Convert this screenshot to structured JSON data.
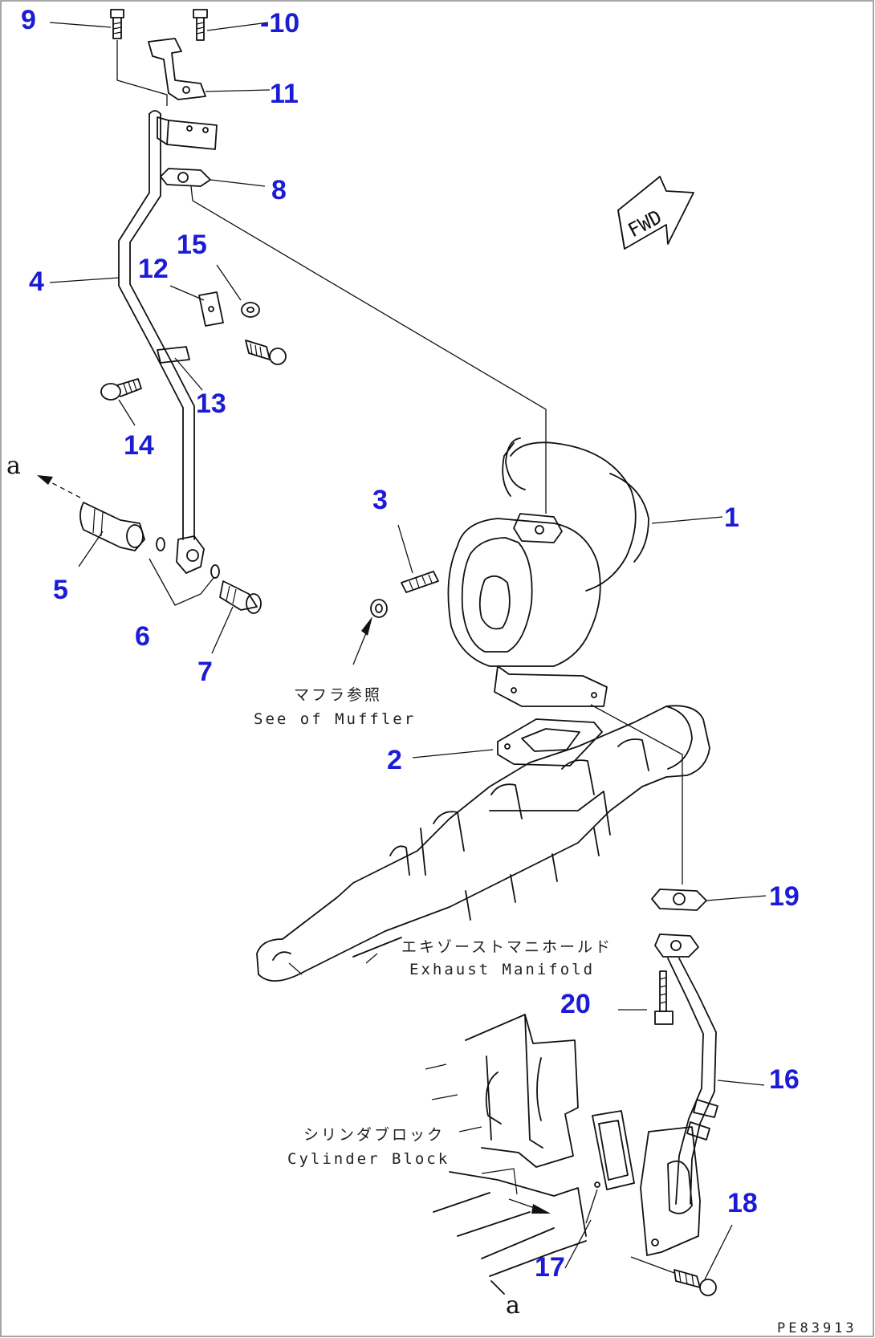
{
  "callouts": [
    {
      "id": "9",
      "label": "9"
    },
    {
      "id": "10",
      "label": "-10"
    },
    {
      "id": "11",
      "label": "11"
    },
    {
      "id": "8",
      "label": "8"
    },
    {
      "id": "15",
      "label": "15"
    },
    {
      "id": "12",
      "label": "12"
    },
    {
      "id": "4",
      "label": "4"
    },
    {
      "id": "13",
      "label": "13"
    },
    {
      "id": "14",
      "label": "14"
    },
    {
      "id": "3",
      "label": "3"
    },
    {
      "id": "1",
      "label": "1"
    },
    {
      "id": "5",
      "label": "5"
    },
    {
      "id": "6",
      "label": "6"
    },
    {
      "id": "7",
      "label": "7"
    },
    {
      "id": "2",
      "label": "2"
    },
    {
      "id": "19",
      "label": "19"
    },
    {
      "id": "20",
      "label": "20"
    },
    {
      "id": "16",
      "label": "16"
    },
    {
      "id": "18",
      "label": "18"
    },
    {
      "id": "17",
      "label": "17"
    }
  ],
  "captions": {
    "muffler_jp": "マフラ参照",
    "muffler_en": "See of Muffler",
    "manifold_jp": "エキゾーストマニホールド",
    "manifold_en": "Exhaust Manifold",
    "block_jp": "シリンダブロック",
    "block_en": "Cylinder Block"
  },
  "fwd_label": "FWD",
  "ref_letter_top": "a",
  "ref_letter_bottom": "a",
  "drawing_code": "PE83913",
  "icons": {
    "fwd": "fwd-arrow-icon",
    "direction": "direction-arrow-icon"
  },
  "colors": {
    "callout": "#1c1cd6",
    "line": "#111111",
    "background": "#ffffff"
  }
}
